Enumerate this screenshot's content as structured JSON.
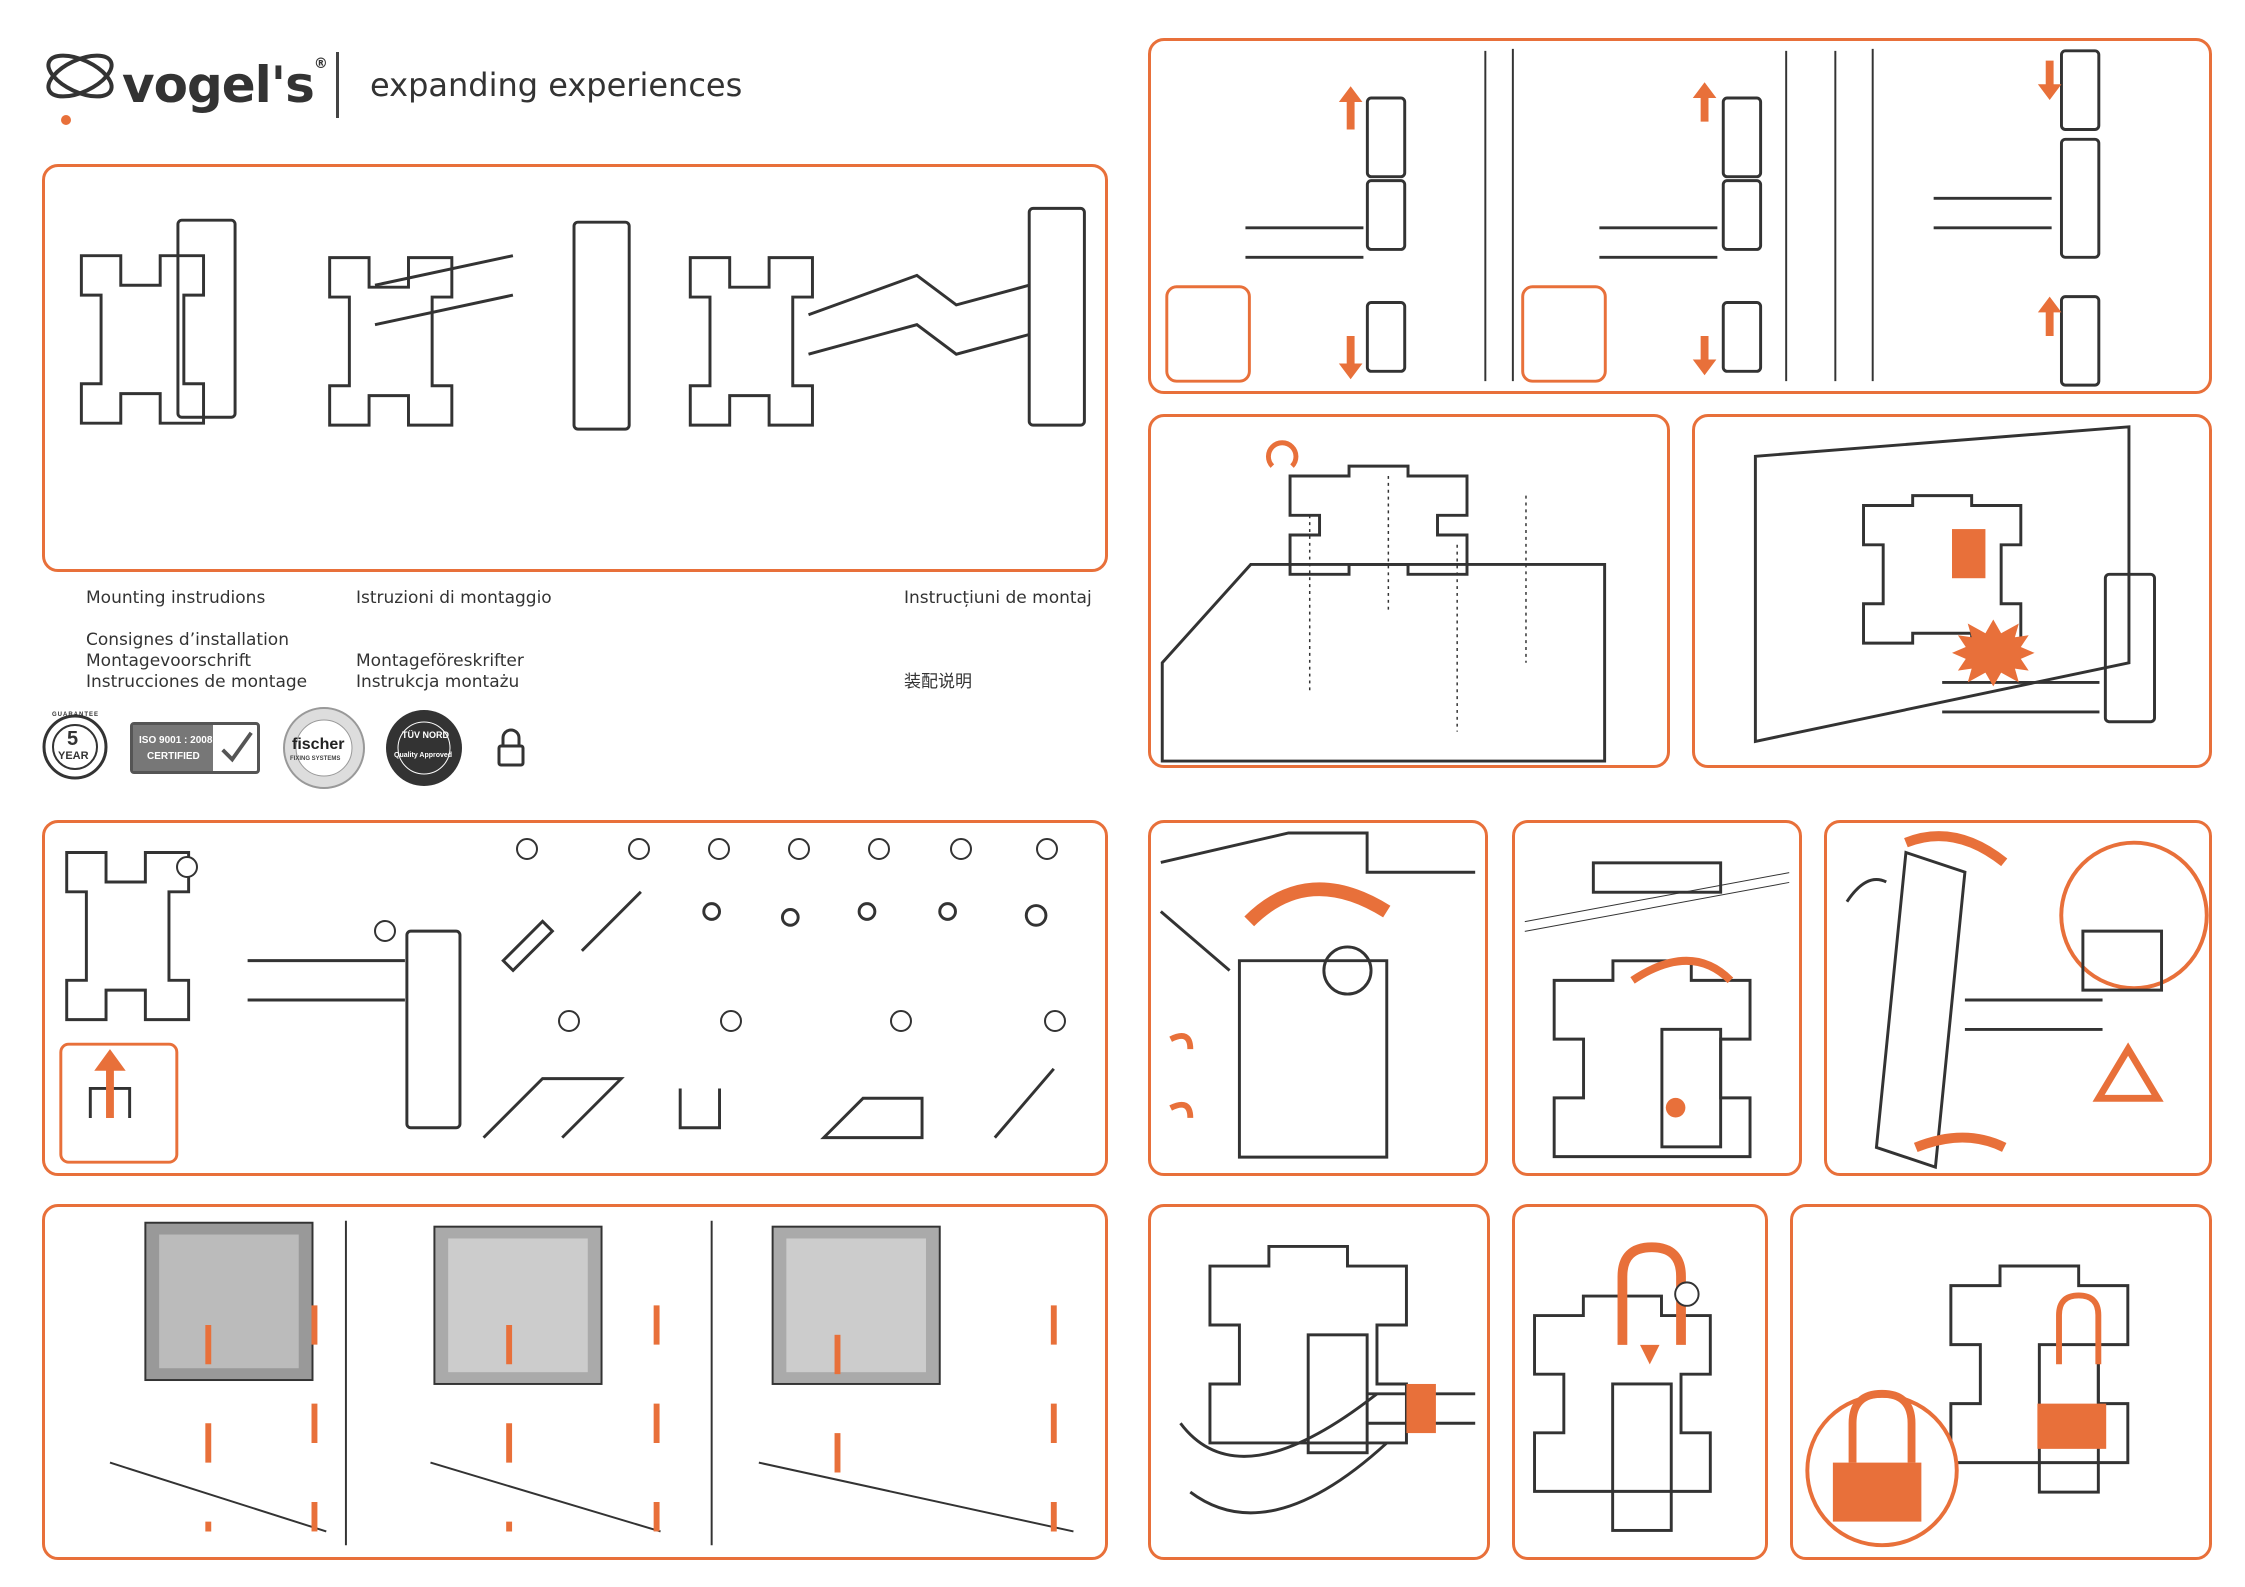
{
  "brand": {
    "name": "vogel's",
    "registered": "®",
    "tagline": "expanding experiences"
  },
  "languages": {
    "en": "Mounting instrudions",
    "it": "Istruzioni di montaggio",
    "ro": "Instrucțiuni de montaj",
    "fr": "Consignes d’installation",
    "nl": "Montagevoorschrift",
    "es": "Instrucciones de montage",
    "sv": "Montageföreskrifter",
    "pl": "Instrukcja montażu",
    "zh": "装配说明"
  },
  "badges": {
    "warranty_years": "5",
    "warranty_unit": "YEAR",
    "warranty_ring": "GUARANTEE",
    "iso_line1": "ISO 9001 : 2008",
    "iso_line2": "CERTIFIED",
    "fischer": "fischer",
    "fischer_sub": "FIXING SYSTEMS",
    "tuv": "TÜV NORD",
    "tuv_sub": "Quality Approved"
  },
  "colors": {
    "accent": "#e8703a",
    "line": "#333333",
    "grey": "#bbbbbb"
  },
  "icons": [
    "lock-icon",
    "drill-bit-icon",
    "warning-triangle-icon",
    "arrow-up-icon",
    "arrow-down-icon",
    "rotate-arrow-icon"
  ]
}
